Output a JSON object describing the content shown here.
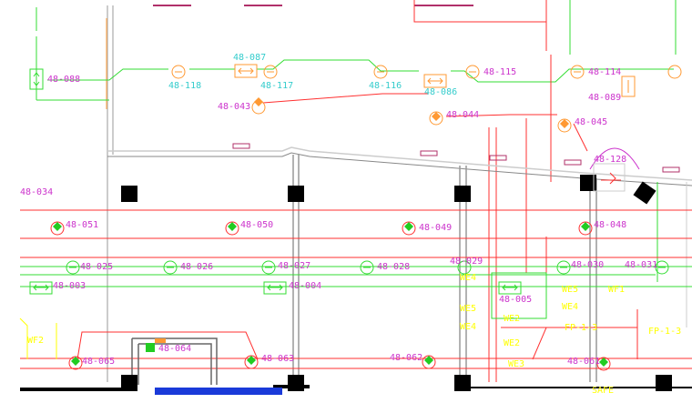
{
  "drawing": {
    "top_row": {
      "tag_088": "48-088",
      "tag_087": "48-087",
      "tag_118": "48-118",
      "tag_117": "48-117",
      "tag_116": "48-116",
      "tag_086": "48-086",
      "tag_115": "48-115",
      "tag_114": "48-114",
      "tag_089": "48-089"
    },
    "orange_row": {
      "tag_043": "48-043",
      "tag_044": "48-044",
      "tag_045": "48-045",
      "tag_128": "48-128"
    },
    "left_note": "48-034",
    "red_row": {
      "tag_051": "48-051",
      "tag_050": "48-050",
      "tag_049": "48-049",
      "tag_048": "48-048"
    },
    "green_row": {
      "tag_025": "48-025",
      "tag_026": "48-026",
      "tag_027": "48-027",
      "tag_028": "48-028",
      "tag_029": "48-029",
      "tag_030": "48-030",
      "tag_031": "48-031",
      "tag_003": "48-003",
      "tag_004": "48-004",
      "tag_005": "48-005"
    },
    "bottom_row": {
      "tag_065": "48-065",
      "tag_064": "48-064",
      "tag_063": "48-063",
      "tag_062": "48-062",
      "tag_061": "48-061"
    },
    "notes": {
      "we_a": "WE4",
      "we_b": "WE5",
      "we_c": "WE2",
      "we_d": "WE3",
      "fp_a": "FP-1-3",
      "fp_b": "FP-1-3",
      "wf_a": "WF1",
      "wf_b": "WF2",
      "safe": "SAFE"
    }
  }
}
